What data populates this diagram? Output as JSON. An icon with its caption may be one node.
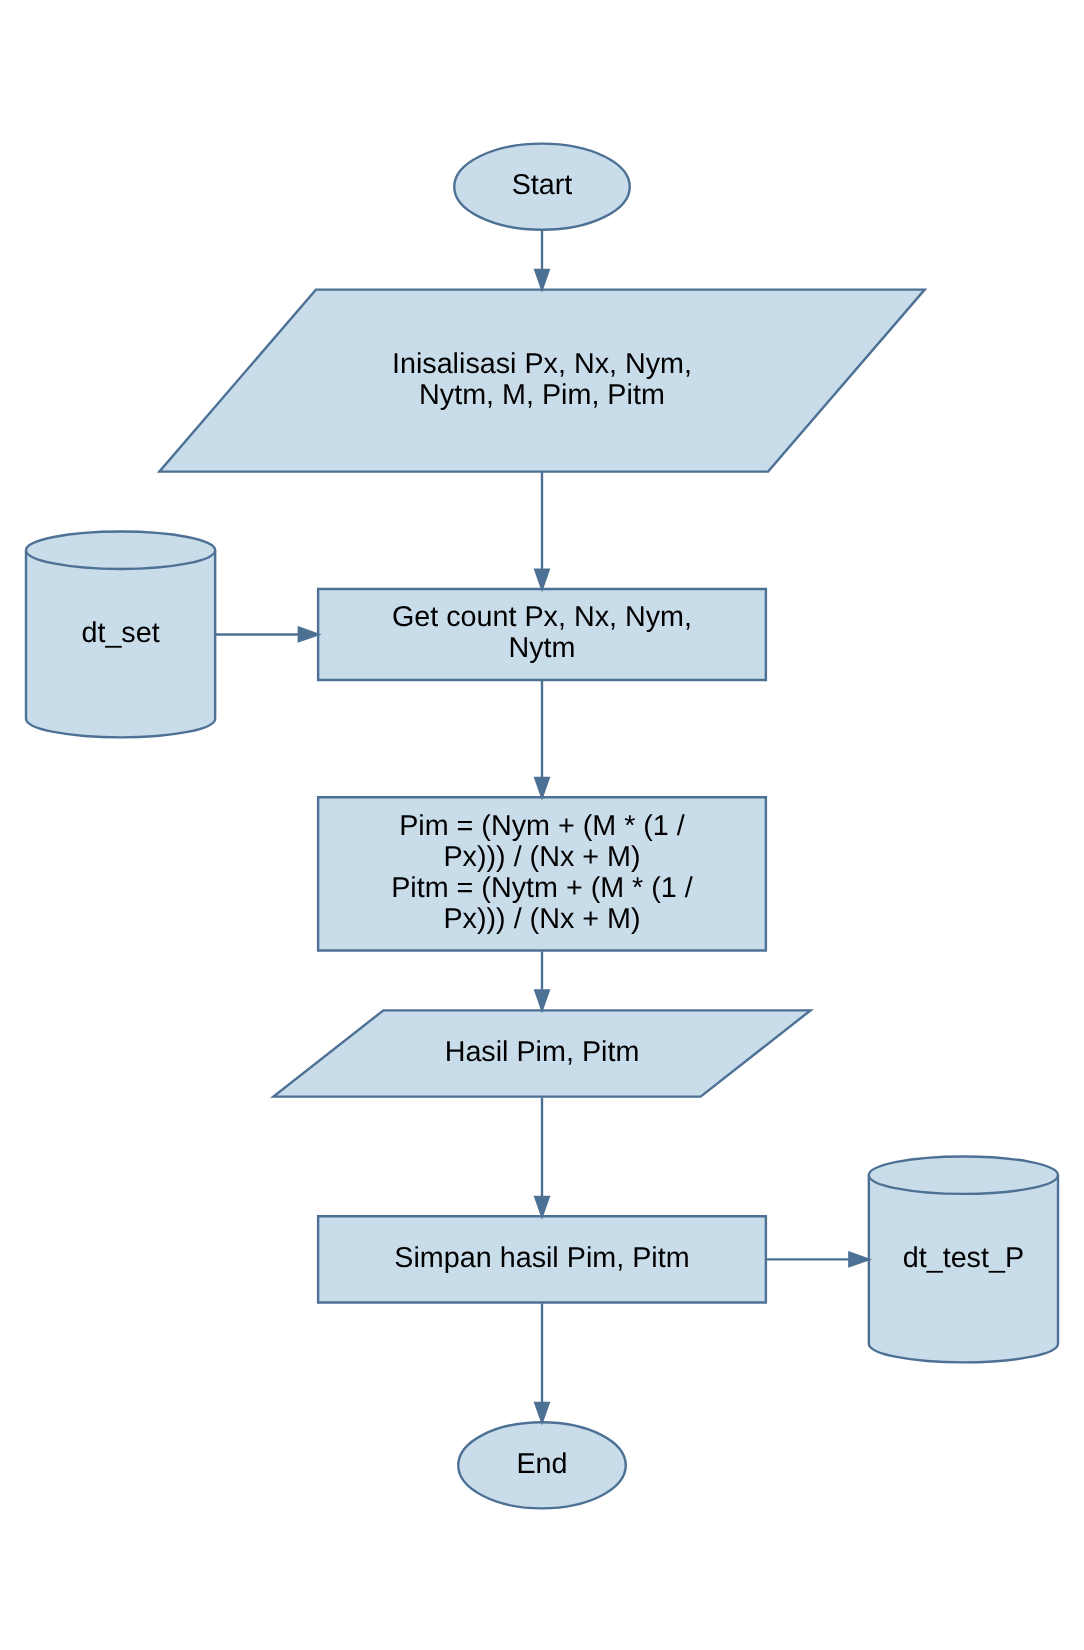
{
  "diagram": {
    "nodes": [
      {
        "text": [
          "Start"
        ]
      },
      {
        "text": [
          "Inisalisasi Px, Nx, Nym, Nytm, M, Pim, Pitm"
        ]
      },
      {
        "text": [
          "Get count Px, Nx, Nym, Nytm"
        ]
      },
      {
        "text": [
          "dt_set"
        ]
      },
      {
        "text": [
          "Pim = (Nym + (M * (1 / Px))) / (Nx + M)",
          "Pitm = (Nytm + (M * (1 / Px))) / (Nx + M)"
        ]
      },
      {
        "text": [
          "Hasil Pim, Pitm"
        ]
      },
      {
        "text": [
          "Simpan hasil Pim, Pitm"
        ]
      },
      {
        "text": [
          "dt_test_P"
        ]
      },
      {
        "text": [
          "End"
        ]
      }
    ],
    "edges": [
      {
        "from": 0,
        "to": 1,
        "arrow": "to"
      },
      {
        "from": 1,
        "to": 2,
        "arrow": "to"
      },
      {
        "from": 3,
        "to": 2,
        "arrow": "to"
      },
      {
        "from": 2,
        "to": 4,
        "arrow": "to"
      },
      {
        "from": 4,
        "to": 5,
        "arrow": "to"
      },
      {
        "from": 5,
        "to": 6,
        "arrow": "to"
      },
      {
        "from": 6,
        "to": 7,
        "arrow": "to"
      },
      {
        "from": 6,
        "to": 8,
        "arrow": "to"
      }
    ]
  }
}
